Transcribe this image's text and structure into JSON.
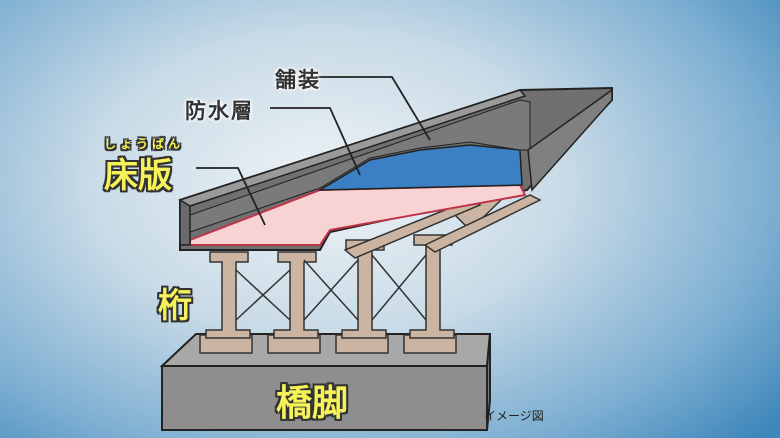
{
  "labels": {
    "pavement": "舗装",
    "waterproof": "防水層",
    "slab_reading": "しょうばん",
    "slab": "床版",
    "girder": "桁",
    "pier": "橋脚",
    "note": "イメージ図"
  },
  "colors": {
    "pavement": "#6d6d6d",
    "waterproof": "#3b7fc4",
    "slab": "#f8d3d3",
    "girder": "#cbb5a2",
    "pier": "#8e8e8e",
    "label_yellow": "#f6f25a"
  }
}
